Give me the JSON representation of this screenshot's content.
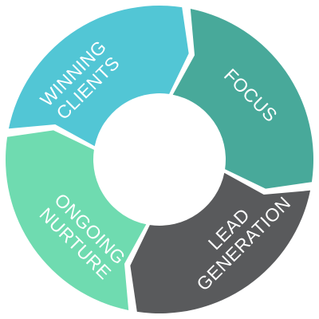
{
  "diagram": {
    "type": "cycle",
    "segments": [
      {
        "id": "focus",
        "lines": [
          "FOCUS"
        ],
        "color": "#48a99a"
      },
      {
        "id": "lead-generation",
        "lines": [
          "LEAD",
          "GENERATION"
        ],
        "color": "#595a5c"
      },
      {
        "id": "ongoing-nurture",
        "lines": [
          "ONGOING",
          "NURTURE"
        ],
        "color": "#6fdbb0"
      },
      {
        "id": "winning-clients",
        "lines": [
          "WINNING",
          "CLIENTS"
        ],
        "color": "#52c6d5"
      }
    ]
  }
}
